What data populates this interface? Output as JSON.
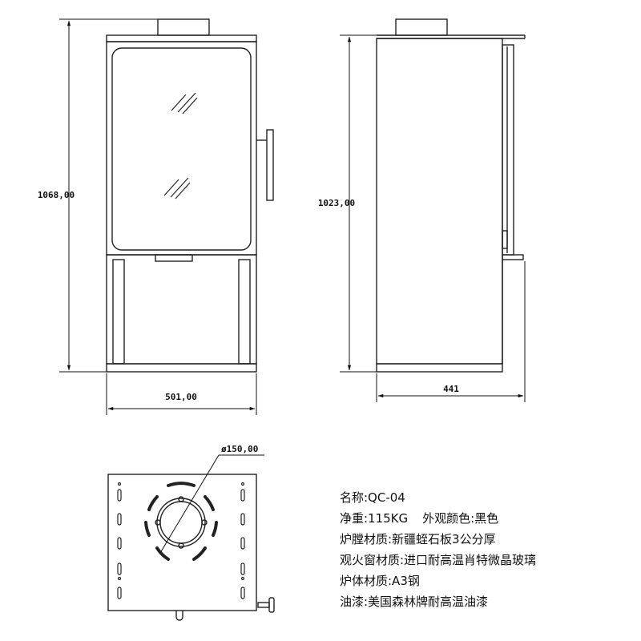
{
  "dimensions": {
    "front_height": "1068,00",
    "front_width": "501,00",
    "side_height": "1023,00",
    "side_depth": "441",
    "flue_diameter": "ø150,00"
  },
  "specs": {
    "name": "名称:QC-04",
    "weight": "净重:115KG",
    "color": "外观颜色:黑色",
    "chamber_material": "炉膛材质:新疆蛭石板3公分厚",
    "window_material": "观火窗材质:进口耐高温肖特微晶玻璃",
    "body_material": "炉体材质:A3钢",
    "paint": "油漆:美国森林牌耐高温油漆"
  }
}
